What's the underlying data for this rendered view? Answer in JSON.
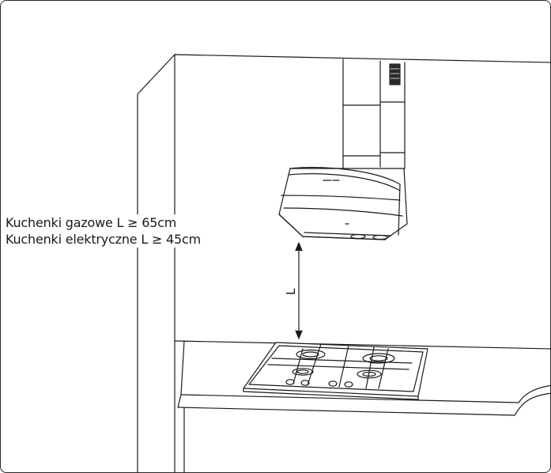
{
  "labels": {
    "gas_hob": "Kuchenki gazowe L  ≥  65cm",
    "electric_hob": "Kuchenki elektryczne L  ≥  45cm",
    "distance_symbol": "L"
  },
  "colors": {
    "line": "#1a1a1a",
    "background": "#ffffff",
    "dark_panel": "#2b2b2b"
  }
}
